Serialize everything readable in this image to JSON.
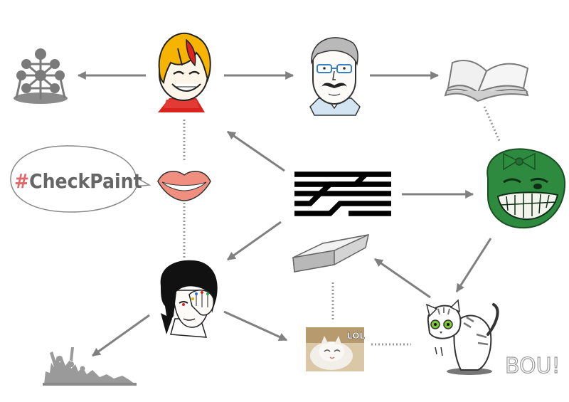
{
  "speech_bubble": {
    "hash": "#",
    "word": "CheckPaint"
  },
  "photo_badge": "LOL",
  "cat_caption": "BOU!",
  "colors": {
    "arrow": "#808080",
    "dotted": "#999999",
    "hair_yellow": "#f6b400",
    "hair_red": "#e0201b",
    "scarf_red": "#d8231f",
    "troll_green": "#2d8a3e",
    "lips": "#f08f7f",
    "cat_eyes": "#7dc832",
    "hash_red": "#e06a6a",
    "word_gray": "#666666"
  },
  "icons": [
    "atomium-icon",
    "blonde-boy-icon",
    "mustache-man-icon",
    "open-book-icon",
    "speech-bubble",
    "lips-icon",
    "center-striped-logo",
    "troll-face-icon",
    "coffin-icon",
    "emo-girl-icon",
    "crowd-icon",
    "lol-cat-photo",
    "scared-cat-icon"
  ]
}
